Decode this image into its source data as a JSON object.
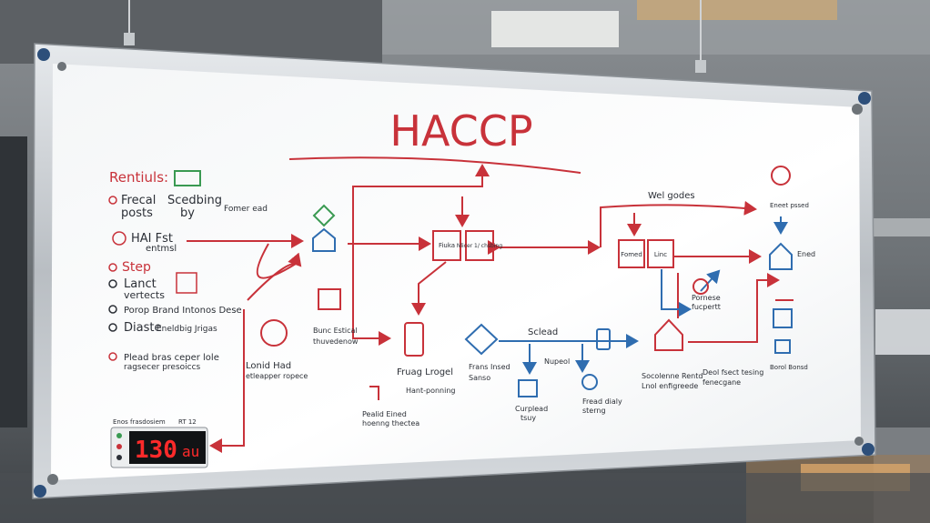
{
  "board": {
    "title": "HACCP",
    "left_heading": "Rentiuls:",
    "left_items": [
      {
        "text": "Frecal",
        "sub": "posts"
      },
      {
        "text": "Scedbing",
        "sub": "by"
      },
      {
        "text": "HAI Fst",
        "sub": "entmsl"
      },
      {
        "text": "Step",
        "sub": ""
      },
      {
        "text": "Lanct",
        "sub": "vertects"
      },
      {
        "text": "Porop Brand Intonos Dese",
        "sub": ""
      },
      {
        "text": "Diaste",
        "sub": "Eneldbig Jrigas"
      },
      {
        "text": "Plead bras ceper lole",
        "sub": "ragsecer presoiccs"
      }
    ],
    "notes": {
      "fomer": "Fomer ead",
      "lonid": "Lonid Had",
      "lonid_sub": "etleapper ropece",
      "fruag": "Fruag Lrogel",
      "fruag_sub": "Hant-ponning",
      "plond": "Pealid Eined",
      "plond_sub": "hoenng thectea",
      "bunc": "Bunc Estical",
      "bunc_sub": "thuvedenow",
      "framo": "Frans Insed",
      "framo_sub": "Sanso",
      "sclead": "Sclead",
      "nupeol": "Nupeol",
      "cumplead": "Curplead",
      "cumplead_sub": "tsuy",
      "freed": "Fread dialy",
      "freed_sub": "sterng",
      "socolenne": "Socolenne Rentd",
      "socolenne_sub": "Lnol enfigreede",
      "deed": "Deol fsect tesing",
      "deed_sub": "fenecgane",
      "pornese": "Pornese",
      "pornese_sub": "fucpertt",
      "wel": "Wel godes",
      "ened": "Ened",
      "enesbed": "Eneet pssed",
      "borol": "Borol Bonsd"
    },
    "process_boxes": [
      "Fiuka",
      "Nlicer 1/ chsbing",
      "Fomed",
      "Linc"
    ],
    "thermometer": {
      "label": "Enos frasdosiem",
      "value": "130",
      "unit": "au",
      "tag": "RT 12"
    }
  },
  "colors": {
    "marker_red": "#c8323a",
    "marker_blue": "#2f6db0",
    "marker_green": "#3a9a52",
    "display_red": "#ff2a2a"
  }
}
